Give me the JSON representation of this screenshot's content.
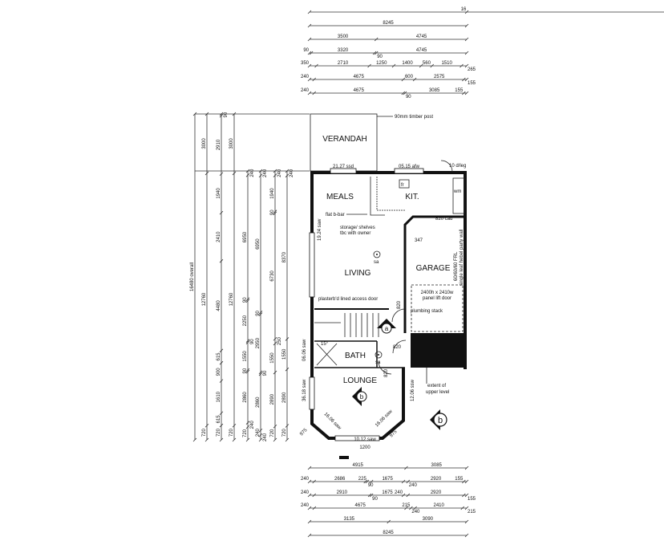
{
  "rooms": {
    "verandah": "VERANDAH",
    "meals": "MEALS",
    "kitchen": "KIT.",
    "living": "LIVING",
    "garage": "GARAGE",
    "bath": "BATH",
    "lounge": "LOUNGE"
  },
  "notes": {
    "timber_post": "90mm timber post",
    "window_meals": "21.27 ssd",
    "window_kitchen": "05.15 afw",
    "door_rear": "10 d/leg",
    "flat_bar": "flat b-bar",
    "storage_1": "storage/ shelves",
    "storage_2": "tbc with owner",
    "cad": "820 cad",
    "garage_door_1": "2400h x 2410w",
    "garage_door_2": "panel lift door",
    "plumbing": "plumbing stack",
    "access_door": "plasterb'd lined access door",
    "upper_1": "extent of",
    "upper_2": "upper level",
    "bay_left": "16.06 saw",
    "bay_right": "16.06 saw",
    "bay_front": "10.12 saw",
    "bay_width": "1200",
    "living_window": "19.24 saw",
    "stair_window": "06.06 saw",
    "lounge_window": "36.18 saw",
    "party_wall_1": "60/60/60 FRL",
    "party_wall_2": "single leaf hebel party wall",
    "door_820_a": "820",
    "door_820_b": "820",
    "door_820_c": "820",
    "smoke_alarm": "sa",
    "fridge": "fr",
    "wm": "wm",
    "fifteen_deg": "15°",
    "small_dim": "347",
    "bay_side_left": "975",
    "bay_side_right": "975",
    "side_window": "12.06 ssw"
  },
  "markers": {
    "section_a": "a",
    "section_b": "b"
  },
  "dimensions": {
    "top": [
      [
        "16"
      ],
      [
        "8245"
      ],
      [
        "3500",
        "4745"
      ],
      [
        "90",
        "3320",
        "90",
        "4745"
      ],
      [
        "350",
        "2710",
        "1250",
        "1400",
        "560",
        "1510",
        "265"
      ],
      [
        "240",
        "4675",
        "600",
        "2575",
        "155"
      ],
      [
        "240",
        "4675",
        "90",
        "3085",
        "155"
      ]
    ],
    "bottom": [
      [
        "4915",
        "3085"
      ],
      [
        "240",
        "2686",
        "90",
        "225",
        "1675",
        "240",
        "2920",
        "155"
      ],
      [
        "240",
        "2910",
        "90",
        "1675",
        "240",
        "2920",
        "155"
      ],
      [
        "240",
        "4675",
        "240",
        "215",
        "2410",
        "215"
      ],
      [
        "3135",
        "3090"
      ],
      [
        "8245"
      ]
    ],
    "left": [
      [
        "16480 overall"
      ],
      [
        "3000",
        "12760",
        "720"
      ],
      [
        "90",
        "2910",
        "1940",
        "2410",
        "4480",
        "615",
        "900",
        "1610",
        "615",
        "720"
      ],
      [
        "3000",
        "12760",
        "720"
      ],
      [
        "240",
        "6950",
        "90",
        "2250",
        "90",
        "1550",
        "90",
        "2860",
        "240",
        "720"
      ],
      [
        "240",
        "6950",
        "90",
        "2950",
        "90",
        "2860",
        "240",
        "240"
      ],
      [
        "240",
        "1940",
        "90",
        "6730",
        "250",
        "1550",
        "2890",
        "720"
      ],
      [
        "240",
        "8370",
        "1550",
        "2890",
        "720"
      ]
    ]
  },
  "colors": {
    "ink": "#111111",
    "paper": "#ffffff"
  }
}
